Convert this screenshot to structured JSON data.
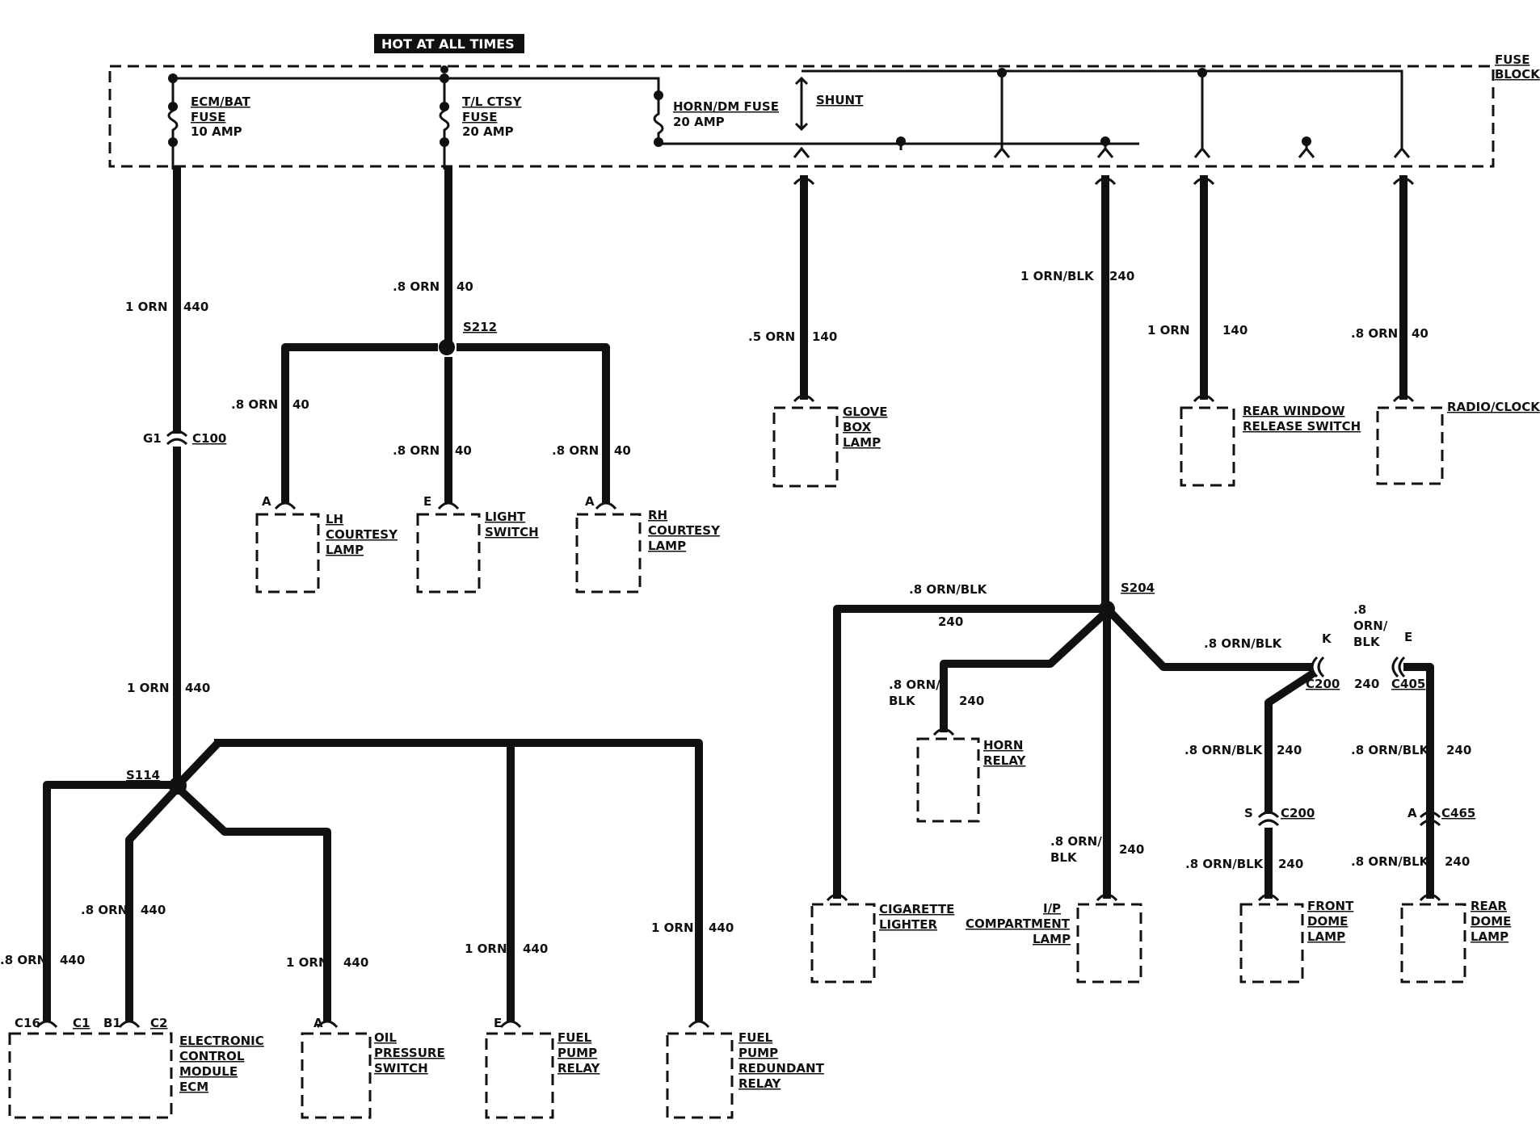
{
  "hot_label": "HOT AT ALL TIMES",
  "fuse_block": {
    "line1": "FUSE",
    "line2": "BLOCK"
  },
  "shunt": "SHUNT",
  "fuses": {
    "ecm": [
      "ECM/BAT",
      "FUSE",
      "10 AMP"
    ],
    "tl": [
      "T/L CTSY",
      "FUSE",
      "20 AMP"
    ],
    "horn": [
      "HORN/DM FUSE",
      "20 AMP"
    ]
  },
  "wires": {
    "w440_top": {
      "gauge": "1 ORN",
      "circuit": "440"
    },
    "w40_top": {
      "gauge": ".8 ORN",
      "circuit": "40"
    },
    "w140_glove": {
      "gauge": ".5 ORN",
      "circuit": "140"
    },
    "w240_main": {
      "gauge": "1 ORN/BLK",
      "circuit": "240"
    },
    "w140_rear": {
      "gauge": "1 ORN",
      "circuit": "140"
    },
    "w40_radio": {
      "gauge": ".8 ORN",
      "circuit": "40"
    },
    "w40_lh": {
      "gauge": ".8 ORN",
      "circuit": "40"
    },
    "w40_light": {
      "gauge": ".8 ORN",
      "circuit": "40"
    },
    "w40_rh": {
      "gauge": ".8 ORN",
      "circuit": "40"
    },
    "w440_mid": {
      "gauge": "1 ORN",
      "circuit": "440"
    },
    "w440_c1": {
      "gauge": ".8 ORN",
      "circuit": "440"
    },
    "w440_c16": {
      "gauge": ".8 ORN",
      "circuit": "440"
    },
    "w440_oil": {
      "gauge": "1 ORN",
      "circuit": "440"
    },
    "w440_fuel": {
      "gauge": "1 ORN",
      "circuit": "440"
    },
    "w440_redundant": {
      "gauge": "1 ORN",
      "circuit": "440"
    },
    "w240_cig": {
      "gauge": ".8 ORN/BLK",
      "circuit": "240"
    },
    "w240_horn": {
      "gauge1": ".8 ORN/",
      "gauge2": "BLK",
      "circuit": "240"
    },
    "w240_ip": {
      "gauge1": ".8 ORN/",
      "gauge2": "BLK",
      "circuit": "240"
    },
    "w240_c200": {
      "gauge": ".8 ORN/BLK"
    },
    "w240_c405": {
      "gauge1": ".8",
      "gauge2": "ORN/",
      "gauge3": "BLK",
      "circuit": "240"
    },
    "w240_front_up": {
      "gauge": ".8 ORN/BLK",
      "circuit": "240"
    },
    "w240_rear_up": {
      "gauge": ".8 ORN/BLK",
      "circuit": "240"
    },
    "w240_front_dn": {
      "gauge": ".8 ORN/BLK",
      "circuit": "240"
    },
    "w240_rear_dn": {
      "gauge": ".8 ORN/BLK",
      "circuit": "240"
    }
  },
  "splices": {
    "s212": "S212",
    "s204": "S204",
    "s114": "S114"
  },
  "connectors": {
    "c100": {
      "pin": "G1",
      "name": "C100"
    },
    "c200_top": {
      "pin": "K",
      "name": "C200"
    },
    "c405": {
      "pin": "E",
      "name": "C405"
    },
    "c200_bottom": {
      "pin": "S",
      "name": "C200"
    },
    "c465": {
      "pin": "A",
      "name": "C465"
    }
  },
  "components": {
    "glove_box_lamp": [
      "GLOVE",
      "BOX",
      "LAMP"
    ],
    "rear_window": [
      "REAR WINDOW",
      "RELEASE SWITCH"
    ],
    "radio_clock": [
      "RADIO/CLOCK"
    ],
    "lh_courtesy": {
      "pin": "A",
      "name": [
        "LH",
        "COURTESY",
        "LAMP"
      ]
    },
    "light_switch": {
      "pin": "E",
      "name": [
        "LIGHT",
        "SWITCH"
      ]
    },
    "rh_courtesy": {
      "pin": "A",
      "name": [
        "RH",
        "COURTESY",
        "LAMP"
      ]
    },
    "horn_relay": [
      "HORN",
      "RELAY"
    ],
    "cigarette_lighter": [
      "CIGARETTE",
      "LIGHTER"
    ],
    "ip_compartment": [
      "I/P",
      "COMPARTMENT",
      "LAMP"
    ],
    "front_dome": [
      "FRONT",
      "DOME",
      "LAMP"
    ],
    "rear_dome": [
      "REAR",
      "DOME",
      "LAMP"
    ],
    "ecm": {
      "pins": [
        "C16",
        "C1",
        "B1",
        "C2"
      ],
      "name": [
        "ELECTRONIC",
        "CONTROL",
        "MODULE",
        "ECM"
      ]
    },
    "oil_pressure": {
      "pin": "A",
      "name": [
        "OIL",
        "PRESSURE",
        "SWITCH"
      ]
    },
    "fuel_pump_relay": {
      "pin": "E",
      "name": [
        "FUEL",
        "PUMP",
        "RELAY"
      ]
    },
    "fuel_pump_redundant": [
      "FUEL",
      "PUMP",
      "REDUNDANT",
      "RELAY"
    ]
  }
}
